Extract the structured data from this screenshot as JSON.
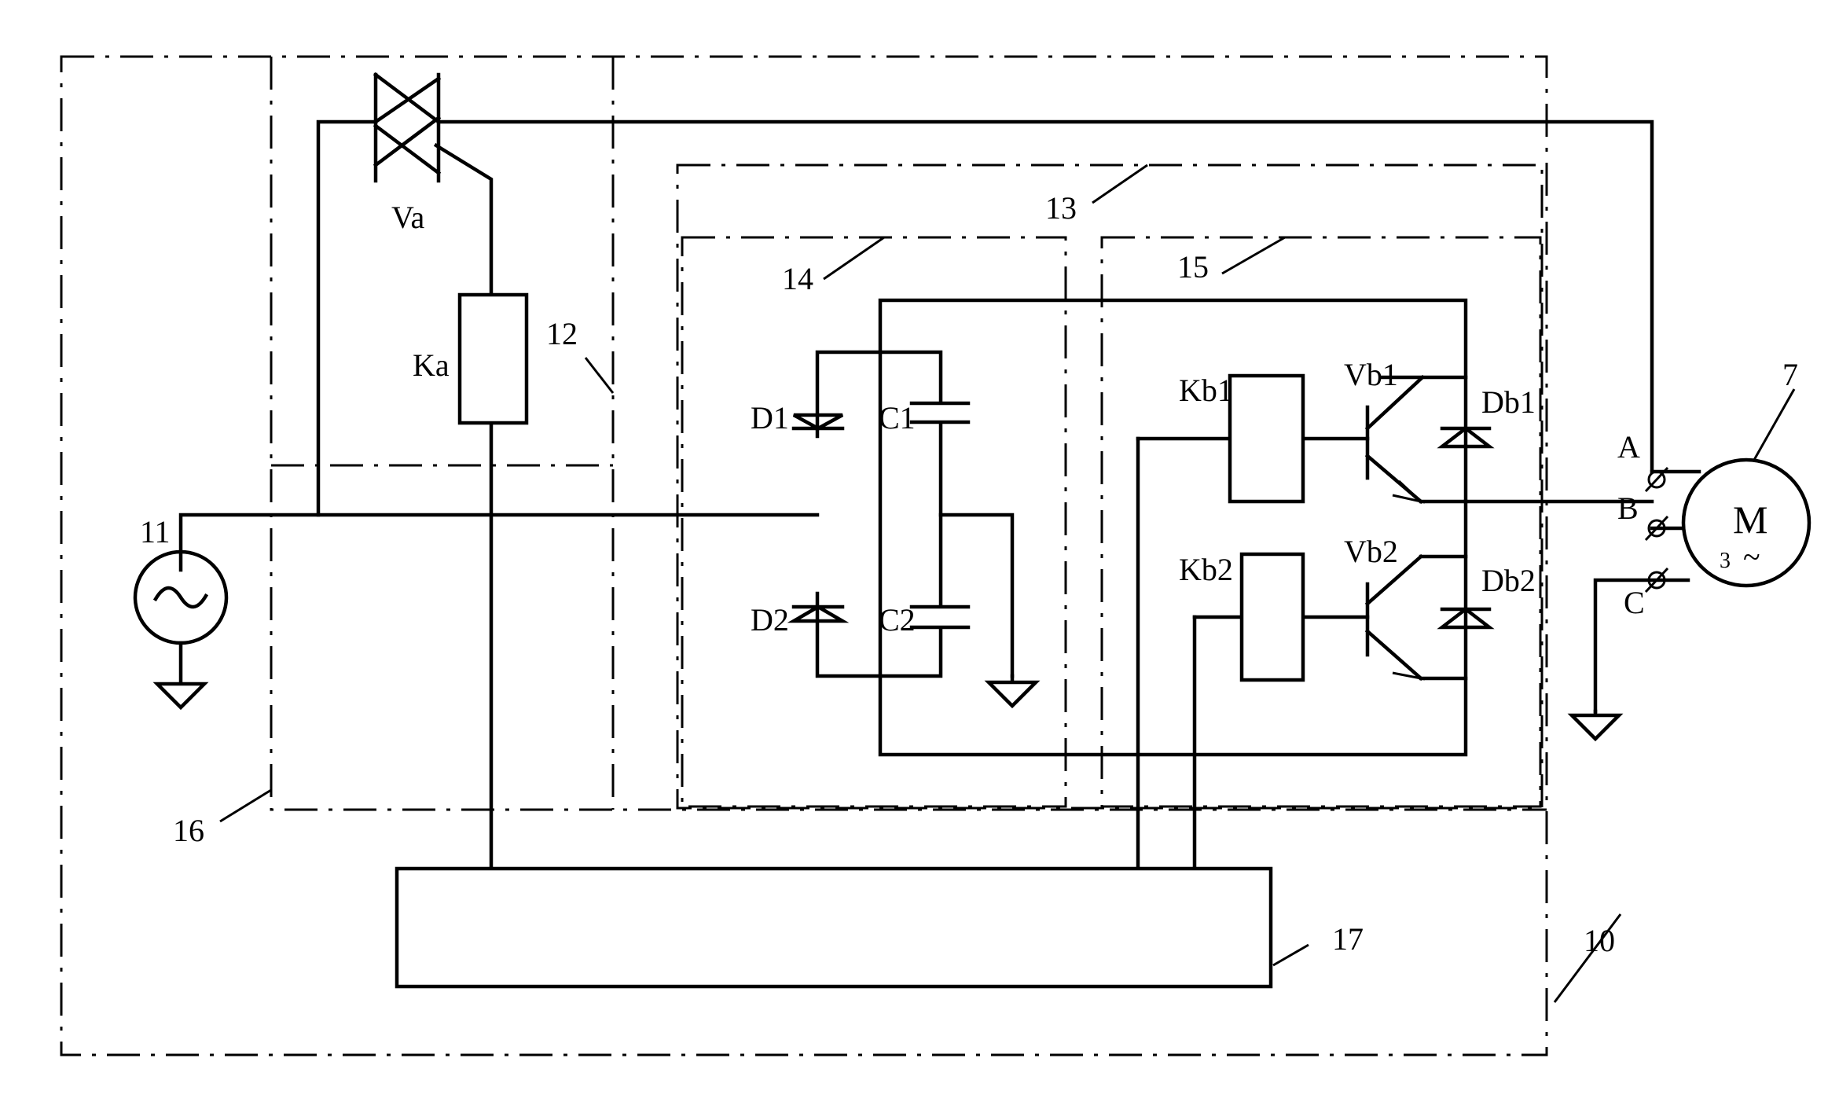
{
  "labels": {
    "va": "Va",
    "ka": "Ka",
    "d1": "D1",
    "d2": "D2",
    "c1": "C1",
    "c2": "C2",
    "kb1": "Kb1",
    "kb2": "Kb2",
    "vb1": "Vb1",
    "vb2": "Vb2",
    "db1": "Db1",
    "db2": "Db2",
    "phase_a": "A",
    "phase_b": "B",
    "phase_c": "C",
    "motor_m": "M",
    "motor_3": "3",
    "motor_tilde": "~"
  },
  "refs": {
    "r7": "7",
    "r10": "10",
    "r11": "11",
    "r12": "12",
    "r13": "13",
    "r14": "14",
    "r15": "15",
    "r16": "16",
    "r17": "17"
  },
  "icons": {
    "source": "ac-source-icon",
    "ground": "ground-icon",
    "triac": "triac-icon",
    "diode": "diode-icon",
    "capacitor": "capacitor-icon",
    "transistor": "transistor-icon",
    "motor": "motor-icon"
  }
}
